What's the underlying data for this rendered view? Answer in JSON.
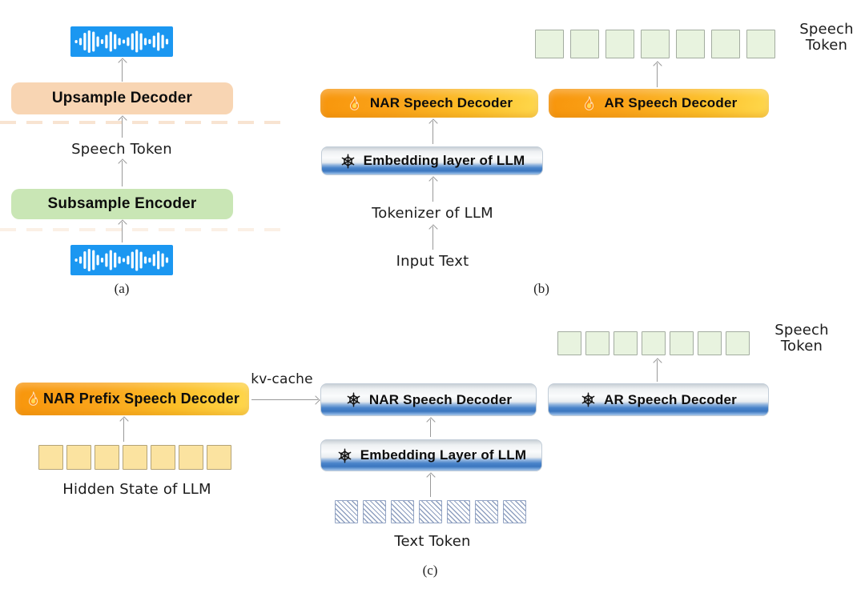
{
  "panels": {
    "a": {
      "caption": "(a)",
      "upsample_label": "Upsample Decoder",
      "speech_token_label": "Speech Token",
      "subsample_label": "Subsample Encoder"
    },
    "b": {
      "caption": "(b)",
      "speech_token_label": "Speech Token",
      "speech_token_count": 7,
      "nar_decoder_label": "NAR Speech Decoder",
      "ar_decoder_label": "AR Speech Decoder",
      "embedding_label": "Embedding layer of LLM",
      "tokenizer_label": "Tokenizer of LLM",
      "input_text_label": "Input Text"
    },
    "c": {
      "caption": "(c)",
      "nar_prefix_decoder_label": "NAR Prefix Speech Decoder",
      "kv_cache_label": "kv-cache",
      "hidden_state_label": "Hidden State of LLM",
      "hidden_state_token_count": 7,
      "nar_decoder_label": "NAR Speech Decoder",
      "ar_decoder_label": "AR Speech Decoder",
      "embedding_label": "Embedding Layer of LLM",
      "text_token_label": "Text Token",
      "text_token_count": 7,
      "speech_token_label": "Speech Token",
      "speech_token_count": 7
    }
  },
  "icons": {
    "fire": "fire-icon",
    "snowflake": "snowflake-icon",
    "waveform": "waveform-icon"
  },
  "colors": {
    "waveform_blue": "#1b97f1",
    "upsample_peach": "#f8d5b3",
    "subsample_green": "#c9e6b5",
    "trainable_orange_start": "#f8950b",
    "trainable_orange_end": "#ffd94e",
    "frozen_blue": "#3b76bf",
    "speech_token_fill": "#e8f3df",
    "hidden_state_token_fill": "#fbe3a0",
    "text_token_hatch": "#8fa0c0",
    "arrow_gray": "#999999"
  }
}
